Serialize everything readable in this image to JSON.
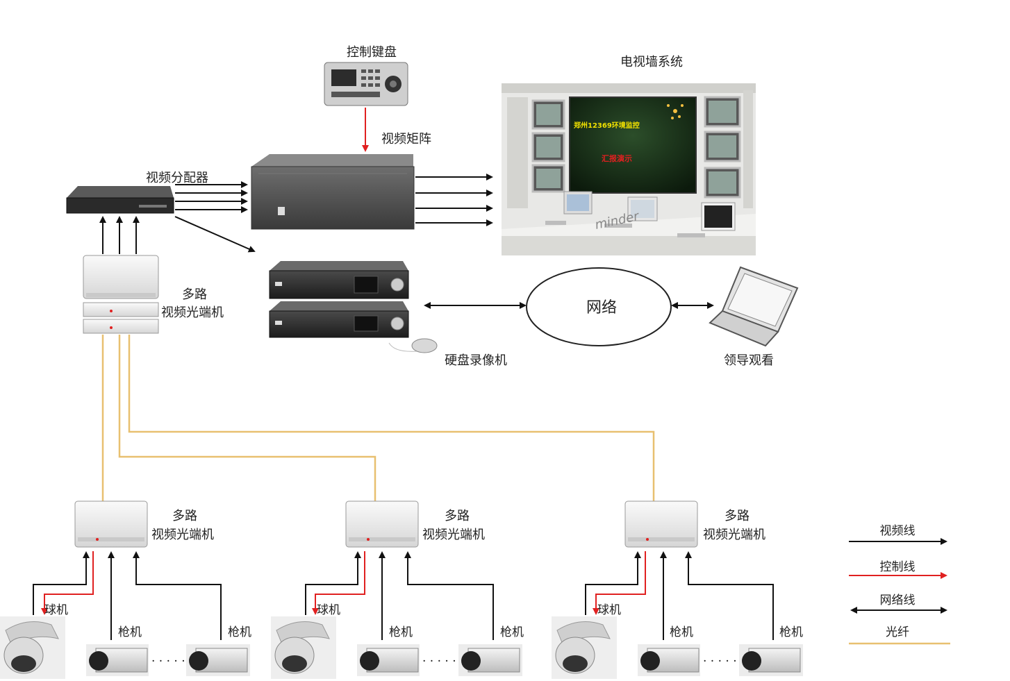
{
  "labels": {
    "keyboard": "控制键盘",
    "tv_wall": "电视墙系统",
    "matrix": "视频矩阵",
    "distributor": "视频分配器",
    "optical_multi_top_1": "多路",
    "optical_multi_top_2": "视频光端机",
    "network": "网络",
    "dvr": "硬盘录像机",
    "leader_view": "领导观看",
    "remote_1": "多路",
    "remote_2": "视频光端机",
    "dome": "球机",
    "bullet": "枪机"
  },
  "tv_screen": {
    "banner": "郑州12369环境监控",
    "banner_red": "汇报演示"
  },
  "tv_brand": "minder",
  "legend": [
    {
      "label": "视频线",
      "color": "#111111"
    },
    {
      "label": "控制线",
      "color": "#e02020"
    },
    {
      "label": "网络线",
      "color": "#111111"
    },
    {
      "label": "光纤",
      "color": "#e8c070"
    }
  ],
  "colors": {
    "fiber": "#e8c070",
    "control": "#e02020",
    "video": "#111111"
  }
}
